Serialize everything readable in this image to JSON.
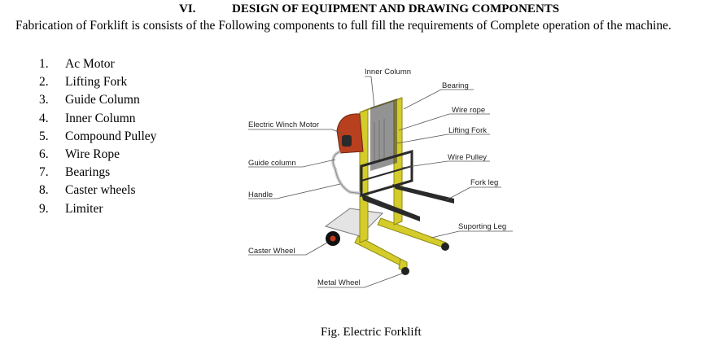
{
  "section": {
    "number": "VI.",
    "title": "DESIGN OF EQUIPMENT AND DRAWING COMPONENTS",
    "intro": "Fabrication of Forklift is consists of the Following components to full fill the requirements of Complete operation of the machine."
  },
  "components": [
    {
      "num": "1.",
      "name": "Ac Motor"
    },
    {
      "num": "2.",
      "name": "Lifting Fork"
    },
    {
      "num": "3.",
      "name": "Guide Column"
    },
    {
      "num": "4.",
      "name": "Inner Column"
    },
    {
      "num": "5.",
      "name": "Compound Pulley"
    },
    {
      "num": "6.",
      "name": "Wire Rope"
    },
    {
      "num": "7.",
      "name": "Bearings"
    },
    {
      "num": "8.",
      "name": "Caster wheels"
    },
    {
      "num": "9.",
      "name": "Limiter"
    }
  ],
  "figure": {
    "labels": {
      "inner_column": "Inner Column",
      "bearing": "Bearing",
      "wire_rope": "Wire rope",
      "lifting_fork": "Lifting Fork",
      "electric_winch_motor": "Electric Winch Motor",
      "wire_pulley": "Wire Pulley",
      "guide_column": "Guide column",
      "fork_leg": "Fork leg",
      "handle": "Handle",
      "suporting_leg": "Suporting Leg",
      "caster_wheel": "Caster Wheel",
      "metal_wheel": "Metal Wheel"
    },
    "caption": "Fig. Electric Forklift",
    "colors": {
      "frame": "#d4cc2a",
      "frame_dark": "#8f8a14",
      "motor": "#b8401e",
      "fork": "#2a2a2a",
      "platform": "#e4e4e4"
    }
  }
}
